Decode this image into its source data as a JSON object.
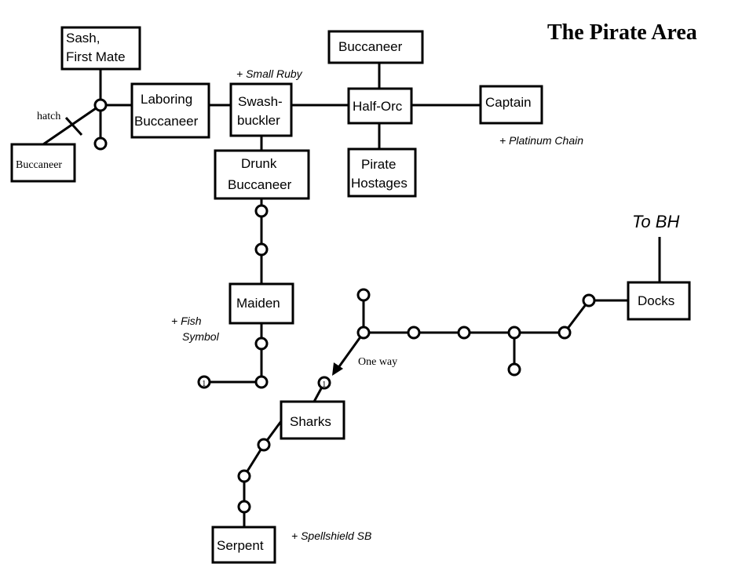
{
  "title": "The Pirate Area",
  "rooms": {
    "sash": [
      "Sash,",
      "First Mate"
    ],
    "buccaneer_left": "Buccaneer",
    "laboring": [
      "Laboring",
      "Buccaneer"
    ],
    "swashbuckler": [
      "Swash-",
      "buckler"
    ],
    "drunk": [
      "Drunk",
      "Buccaneer"
    ],
    "buccaneer_top": "Buccaneer",
    "half_orc": "Half-Orc",
    "captain": "Captain",
    "hostages": [
      "Pirate",
      "Hostages"
    ],
    "maiden": "Maiden",
    "docks": "Docks",
    "sharks": "Sharks",
    "serpent": "Serpent"
  },
  "labels": {
    "hatch": "hatch",
    "one_way": "One way",
    "to_bh": "To BH",
    "node_marker": "1"
  },
  "notes": {
    "small_ruby": "+ Small Ruby",
    "platinum_chain": "+ Platinum Chain",
    "fish_symbol": [
      "+ Fish",
      "Symbol"
    ],
    "spellshield": "+ Spellshield SB"
  }
}
